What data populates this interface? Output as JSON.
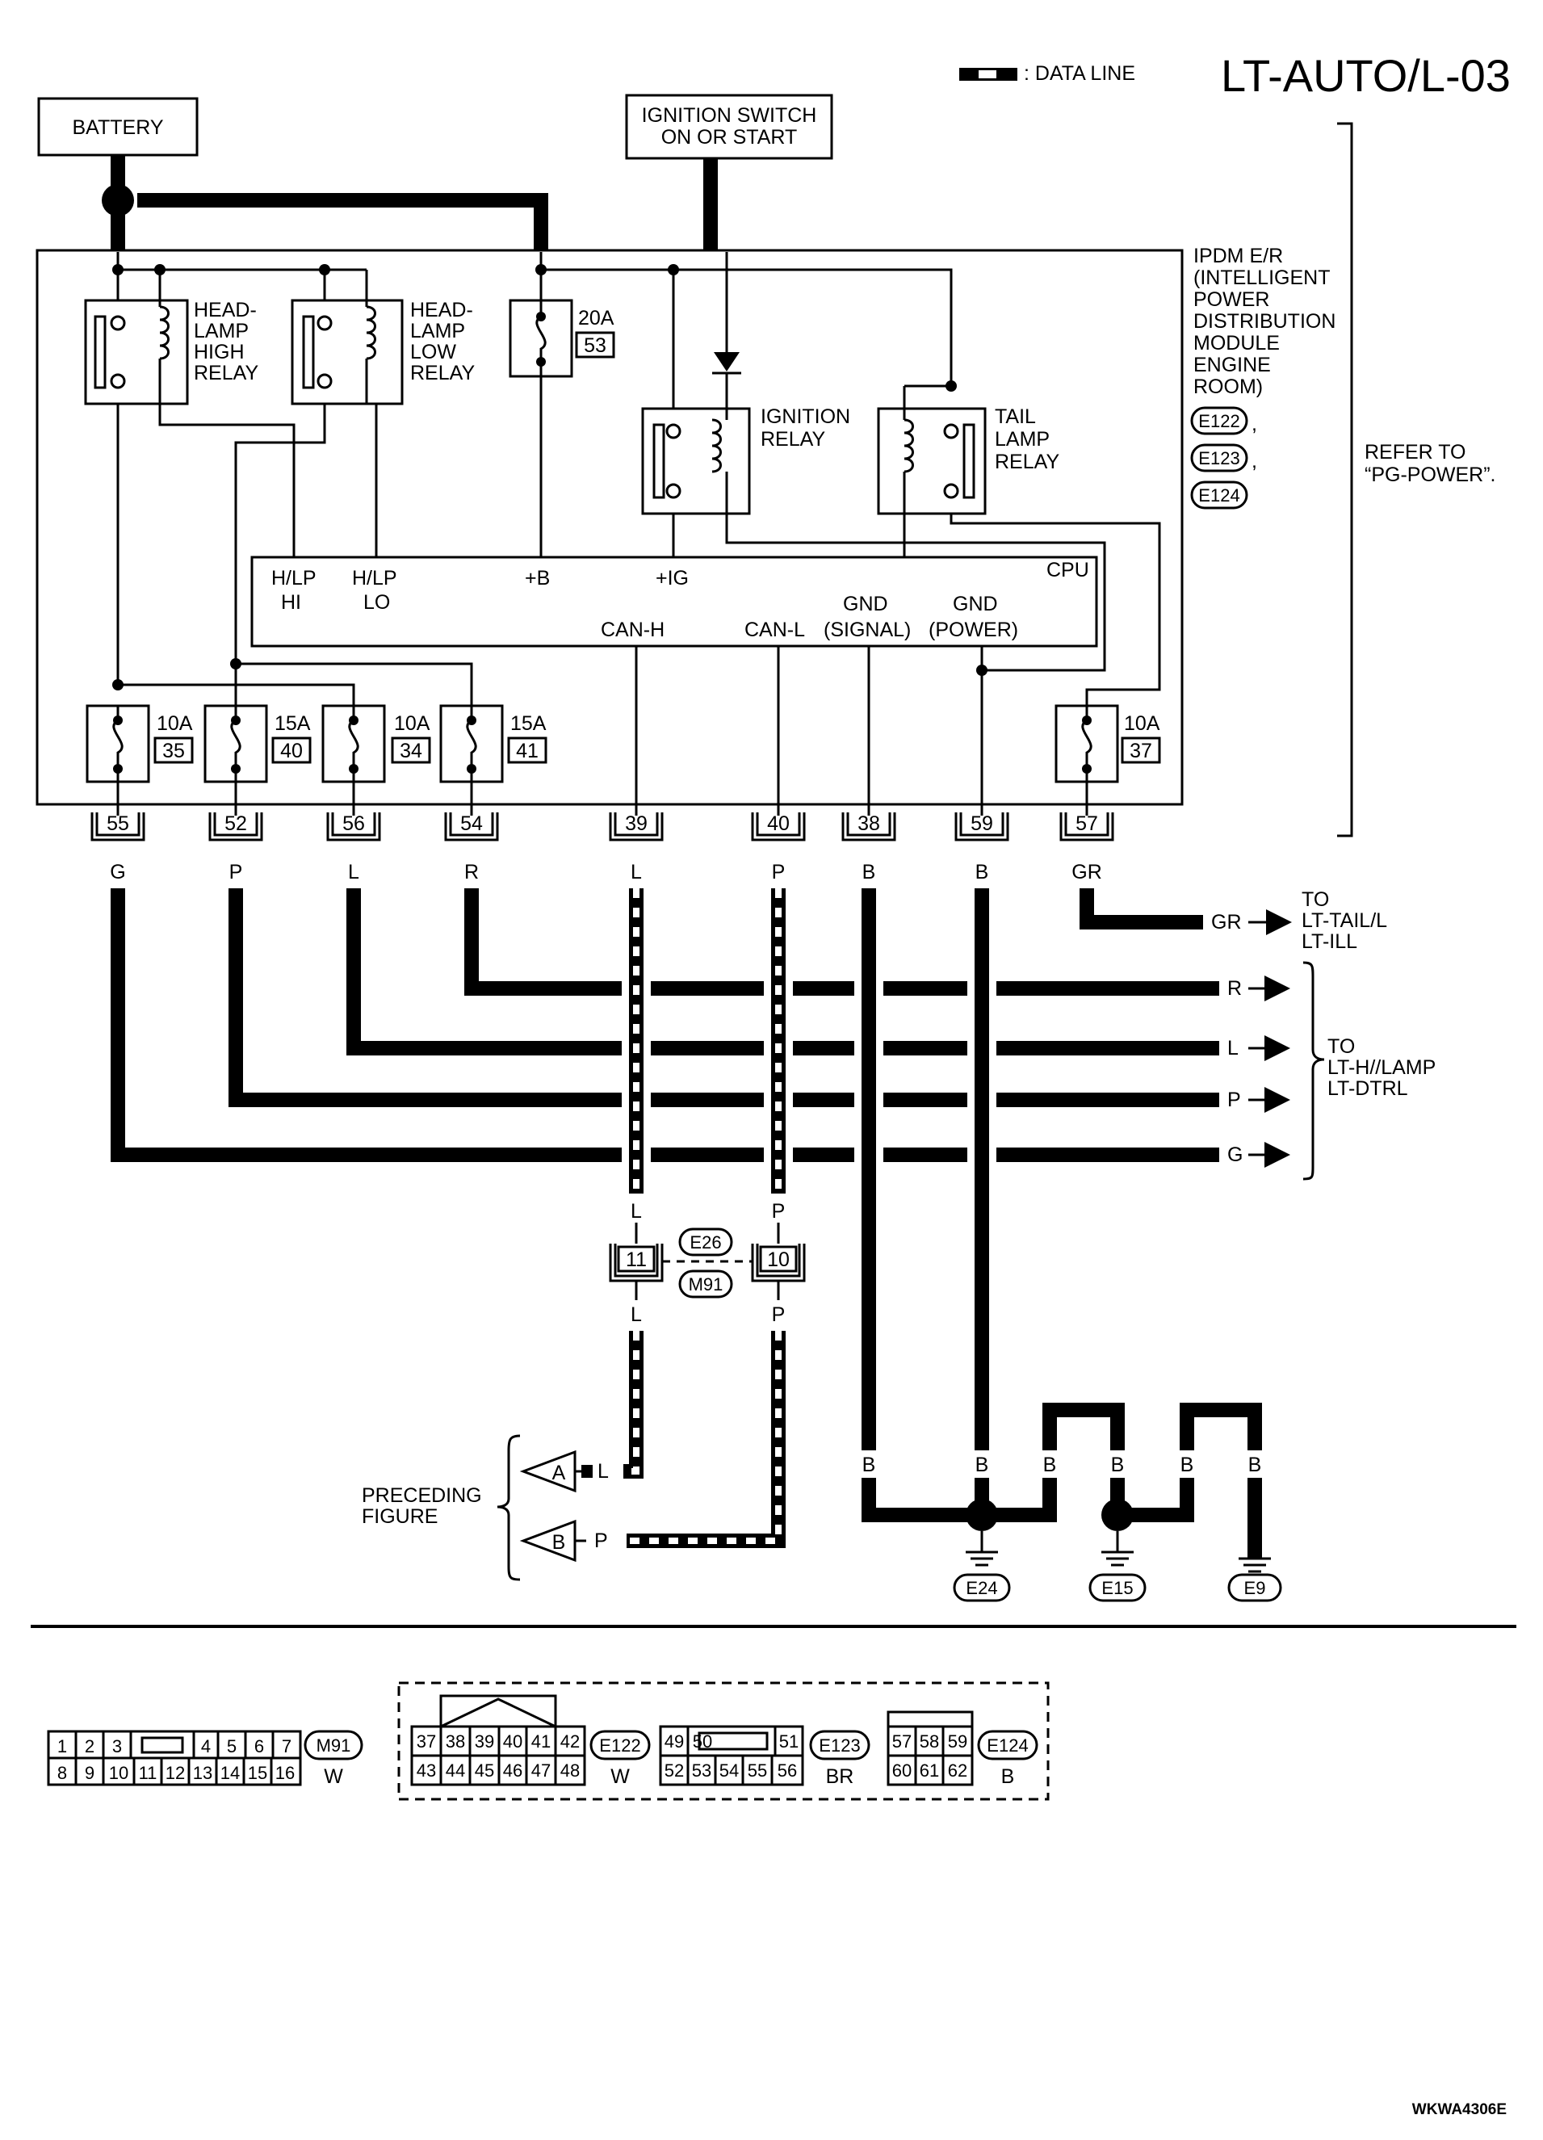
{
  "header": {
    "title": "LT-AUTO/L-03",
    "legend_label": ": DATA LINE",
    "refer_to": [
      "REFER TO",
      "“PG-POWER”."
    ]
  },
  "sources": {
    "battery": "BATTERY",
    "ignition_switch": [
      "IGNITION SWITCH",
      "ON OR START"
    ]
  },
  "ipdm": {
    "name_lines": [
      "IPDM E/R",
      "(INTELLIGENT",
      "POWER",
      "DISTRIBUTION",
      "MODULE",
      "ENGINE",
      "ROOM)"
    ],
    "connectors": [
      "E122",
      "E123",
      "E124"
    ],
    "comma": ","
  },
  "relays": {
    "headlamp_high": [
      "HEAD-",
      "LAMP",
      "HIGH",
      "RELAY"
    ],
    "headlamp_low": [
      "HEAD-",
      "LAMP",
      "LOW",
      "RELAY"
    ],
    "ignition": [
      "IGNITION",
      "RELAY"
    ],
    "tail_lamp": [
      "TAIL",
      "LAMP",
      "RELAY"
    ]
  },
  "cpu": {
    "label": "CPU",
    "hlp_hi": [
      "H/LP",
      "HI"
    ],
    "hlp_lo": [
      "H/LP",
      "LO"
    ],
    "plus_b": "+B",
    "plus_ig": "+IG",
    "can_h": "CAN-H",
    "can_l": "CAN-L",
    "gnd_signal": [
      "GND",
      "(SIGNAL)"
    ],
    "gnd_power": [
      "GND",
      "(POWER)"
    ]
  },
  "fuses": [
    {
      "amps": "20A",
      "num": "53"
    },
    {
      "amps": "10A",
      "num": "35"
    },
    {
      "amps": "15A",
      "num": "40"
    },
    {
      "amps": "10A",
      "num": "34"
    },
    {
      "amps": "15A",
      "num": "41"
    },
    {
      "amps": "10A",
      "num": "37"
    }
  ],
  "terminals": [
    {
      "num": "55",
      "color": "G"
    },
    {
      "num": "52",
      "color": "P"
    },
    {
      "num": "56",
      "color": "L"
    },
    {
      "num": "54",
      "color": "R"
    },
    {
      "num": "39",
      "color": "L"
    },
    {
      "num": "40",
      "color": "P"
    },
    {
      "num": "38",
      "color": "B"
    },
    {
      "num": "59",
      "color": "B"
    },
    {
      "num": "57",
      "color": "GR"
    }
  ],
  "destinations": {
    "tail": {
      "color": "GR",
      "lines": [
        "TO",
        "LT-TAIL/L",
        "LT-ILL"
      ]
    },
    "hlamp_colors": [
      "R",
      "L",
      "P",
      "G"
    ],
    "hlamp_lines": [
      "TO",
      "LT-H//LAMP",
      "LT-DTRL"
    ]
  },
  "joint": {
    "top_colors": [
      "L",
      "P"
    ],
    "pins": [
      "11",
      "10"
    ],
    "connectors": [
      "E26",
      "M91"
    ],
    "bottom_colors": [
      "L",
      "P"
    ]
  },
  "preceding": {
    "label": [
      "PRECEDING",
      "FIGURE"
    ],
    "a": {
      "letter": "A",
      "color": "L"
    },
    "b": {
      "letter": "B",
      "color": "P"
    }
  },
  "grounds": {
    "wire_colors": [
      "B",
      "B",
      "B",
      "B",
      "B",
      "B"
    ],
    "names": [
      "E24",
      "E15",
      "E9"
    ]
  },
  "connector_views": {
    "m91": {
      "row1": [
        "1",
        "2",
        "3",
        "",
        "4",
        "5",
        "6",
        "7"
      ],
      "row2": [
        "8",
        "9",
        "10",
        "11",
        "12",
        "13",
        "14",
        "15",
        "16"
      ],
      "name": "M91",
      "color": "W"
    },
    "e122": {
      "row1": [
        "37",
        "38",
        "39",
        "40",
        "41",
        "42"
      ],
      "row2": [
        "43",
        "44",
        "45",
        "46",
        "47",
        "48"
      ],
      "name": "E122",
      "color": "W"
    },
    "e123": {
      "row1": [
        "49",
        "50",
        "",
        "51"
      ],
      "row2": [
        "52",
        "53",
        "54",
        "55",
        "56"
      ],
      "name": "E123",
      "color": "BR"
    },
    "e124": {
      "row1": [
        "57",
        "58",
        "59"
      ],
      "row2": [
        "60",
        "61",
        "62"
      ],
      "name": "E124",
      "color": "B"
    }
  },
  "footer_code": "WKWA4306E"
}
